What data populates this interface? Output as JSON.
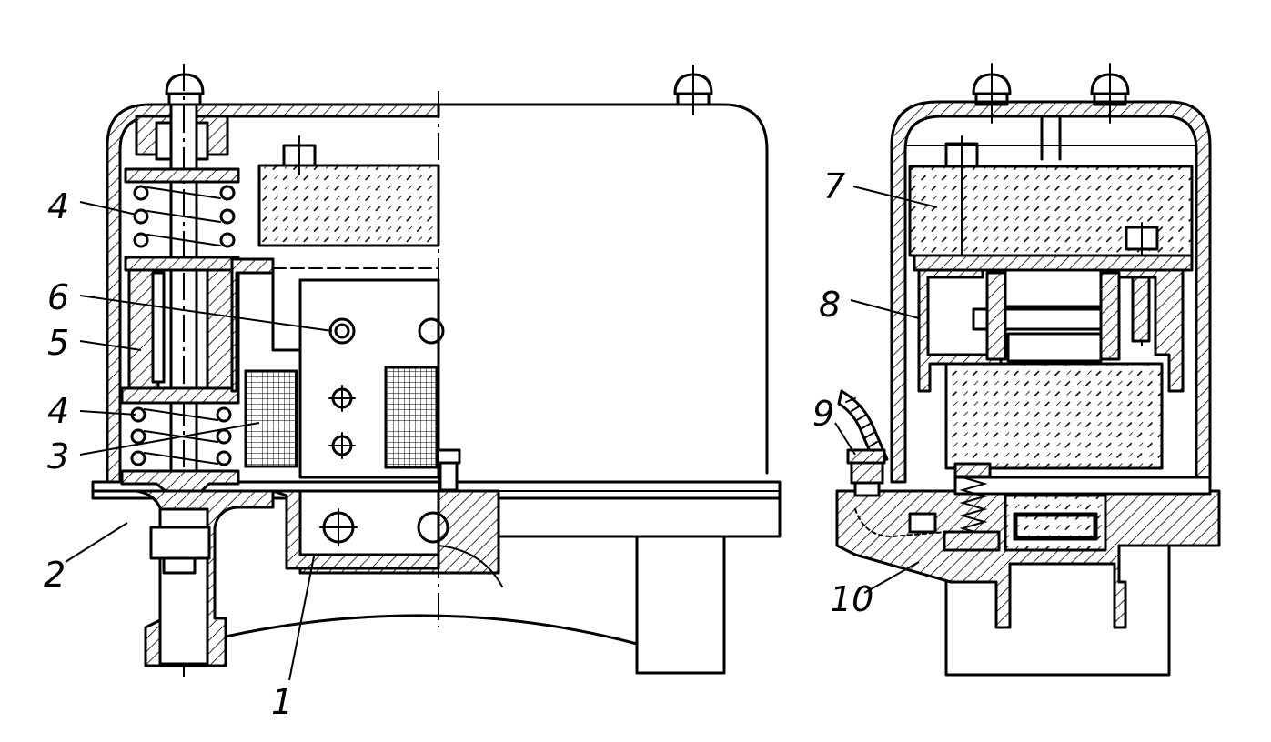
{
  "labels": [
    {
      "id": "1",
      "text": "1"
    },
    {
      "id": "2",
      "text": "2"
    },
    {
      "id": "3",
      "text": "3"
    },
    {
      "id": "4a",
      "text": "4"
    },
    {
      "id": "4b",
      "text": "4"
    },
    {
      "id": "5",
      "text": "5"
    },
    {
      "id": "6",
      "text": "6"
    },
    {
      "id": "7",
      "text": "7"
    },
    {
      "id": "8",
      "text": "8"
    },
    {
      "id": "9",
      "text": "9"
    },
    {
      "id": "10",
      "text": "10"
    }
  ]
}
